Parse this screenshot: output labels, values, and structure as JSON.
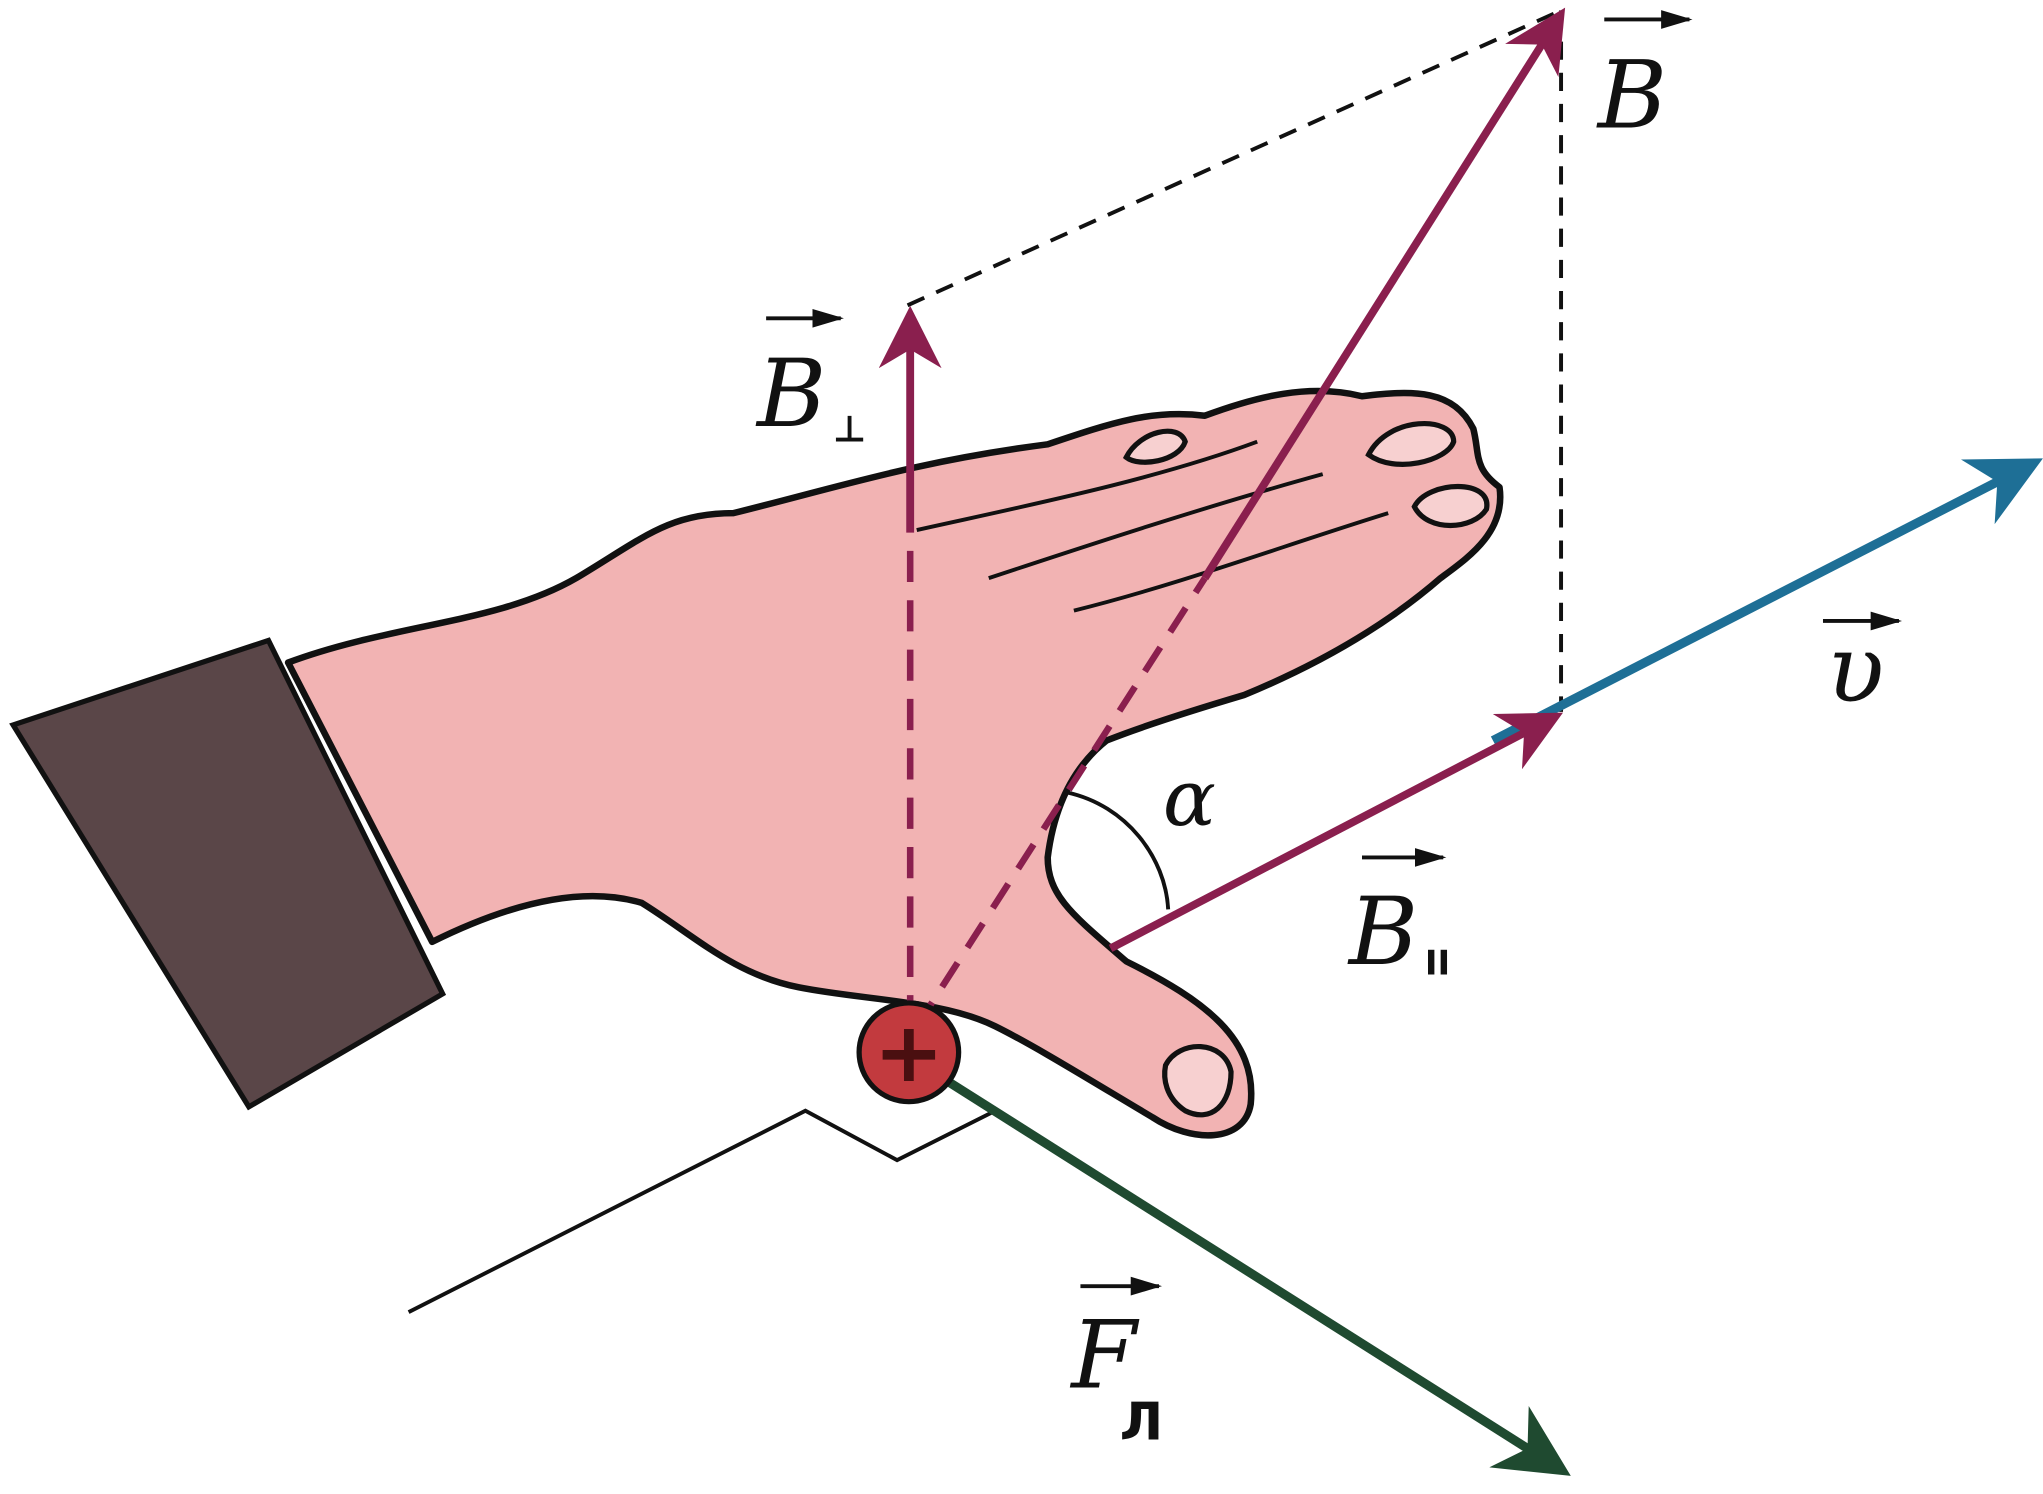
{
  "title": "Left-hand rule for the Lorentz force on a positive charge",
  "labels": {
    "B": "B",
    "B_perp": "B",
    "B_perp_sub": "⊥",
    "B_par": "B",
    "B_par_sub": "II",
    "v": "υ",
    "F": "F",
    "F_sub": "Л",
    "alpha": "α",
    "charge": "+"
  },
  "colors": {
    "B_vector": "#8a1f4e",
    "v_vector": "#1e6f96",
    "F_vector": "#1f4a30",
    "hand": "#f2b3b3",
    "sleeve": "#5a4648",
    "charge": "#c23a3e"
  }
}
